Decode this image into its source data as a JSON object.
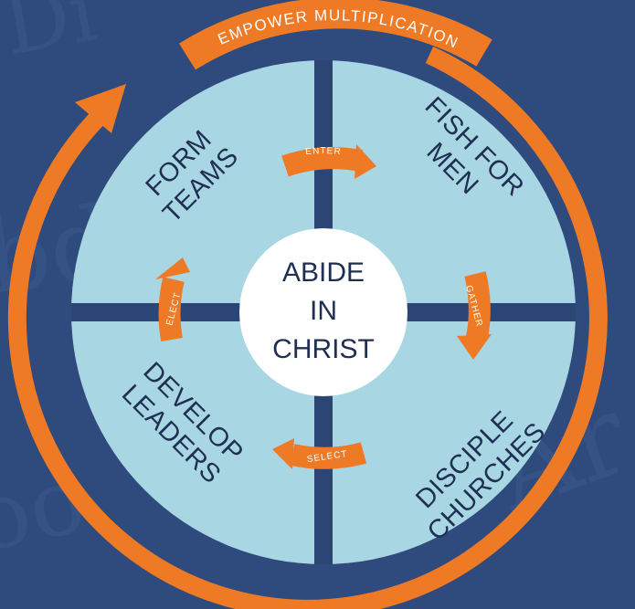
{
  "banner": {
    "label": "EMPOWER MULTIPLICATION"
  },
  "center": {
    "line1": "ABIDE",
    "line2": "IN",
    "line3": "CHRIST"
  },
  "quadrants": {
    "top_left": {
      "line1": "FORM",
      "line2": "TEAMS"
    },
    "top_right": {
      "line1": "FISH FOR",
      "line2": "MEN"
    },
    "bottom_left": {
      "line1": "DEVELOP",
      "line2": "LEADERS"
    },
    "bottom_right": {
      "line1": "DISCIPLE",
      "line2": "CHURCHES"
    }
  },
  "transitions": {
    "enter": "ENTER",
    "gather": "GATHER",
    "select": "SELECT",
    "elect": "ELECT"
  },
  "colors": {
    "background": "#2f4a7c",
    "disc": "#a9d6e3",
    "divider": "#2b4675",
    "center_circle": "#ffffff",
    "accent_orange": "#ef7a25",
    "text_dark": "#1f2f52"
  }
}
